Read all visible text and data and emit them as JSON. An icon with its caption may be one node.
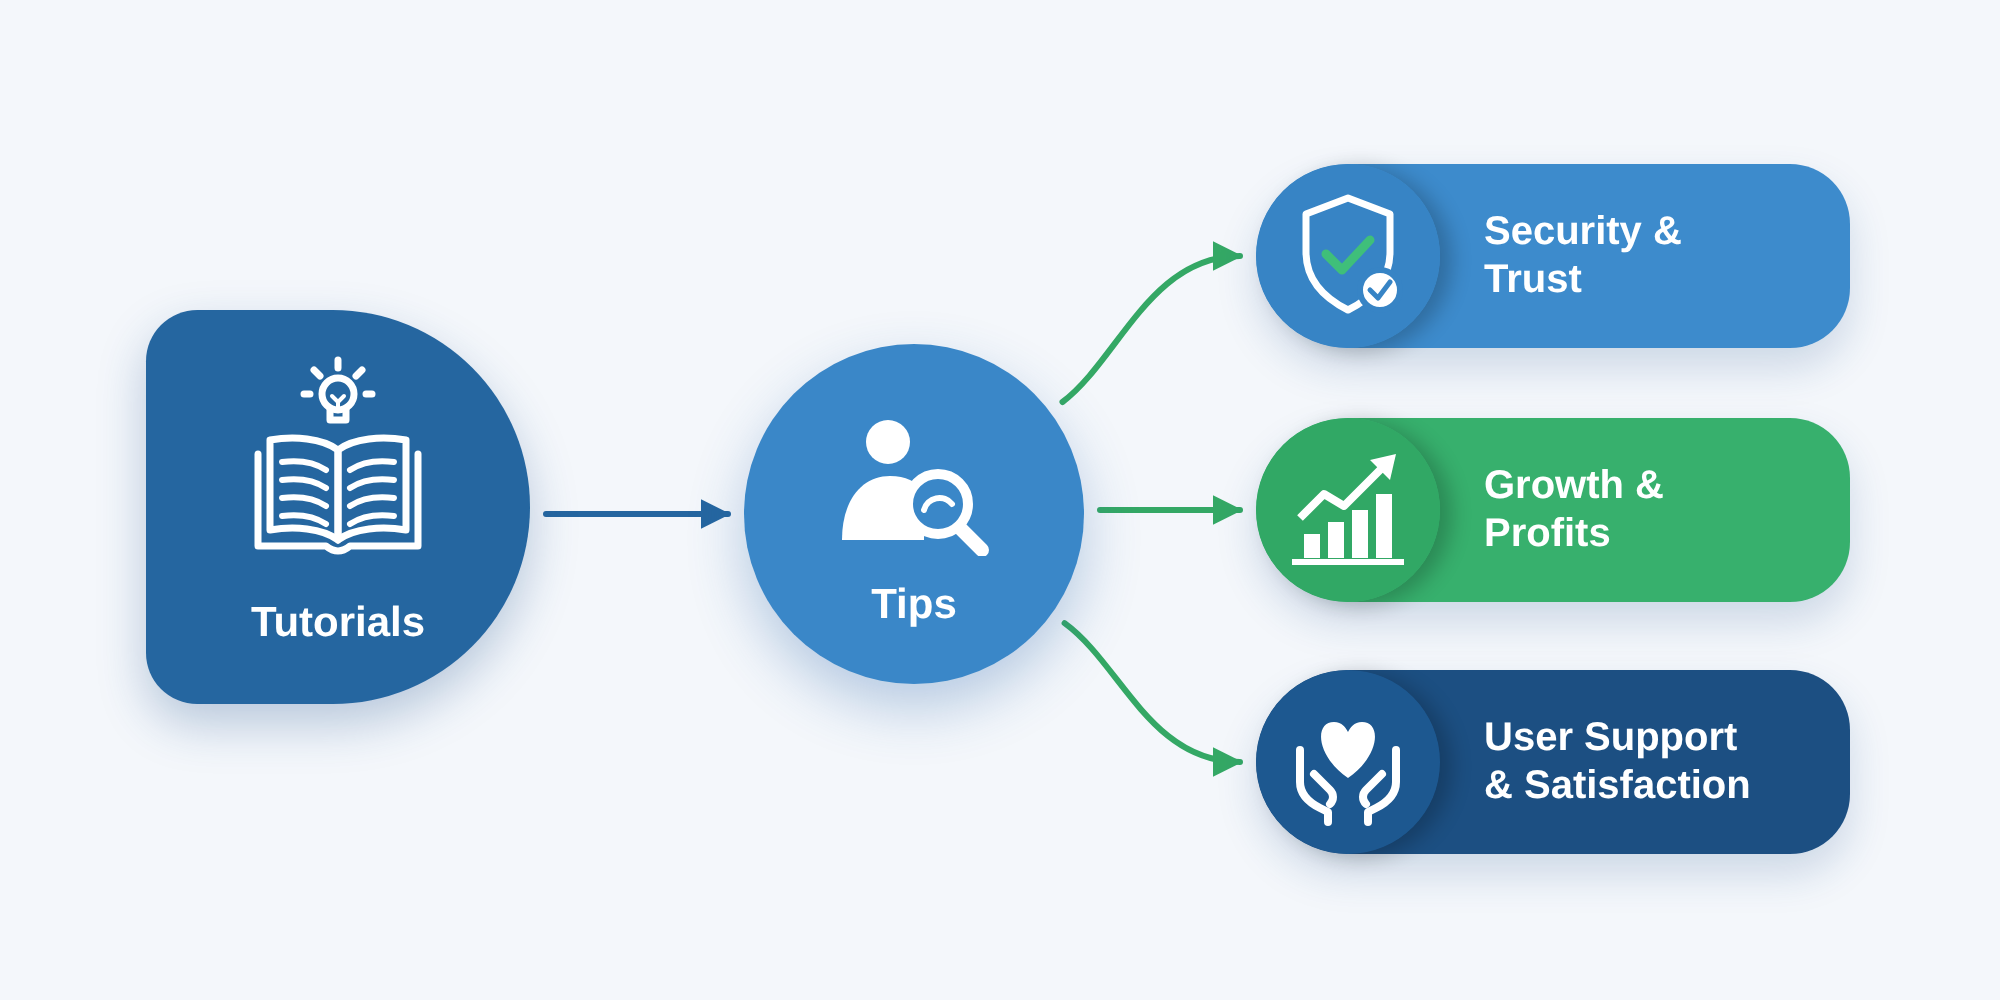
{
  "diagram": {
    "nodes": [
      {
        "text": [
          "Tutorials"
        ]
      },
      {
        "text": [
          "Tips"
        ]
      },
      {
        "text": [
          "Security & Trust"
        ]
      },
      {
        "text": [
          "Growth & Profits"
        ]
      },
      {
        "text": [
          "User Support & Satisfaction"
        ]
      }
    ],
    "edges": [
      {
        "from": 0,
        "to": 1,
        "arrow": "to",
        "color": "#2566a0"
      },
      {
        "from": 1,
        "to": 2,
        "arrow": "to"
      },
      {
        "from": 1,
        "to": 3,
        "arrow": "to"
      },
      {
        "from": 1,
        "to": 4,
        "arrow": "to"
      }
    ]
  }
}
